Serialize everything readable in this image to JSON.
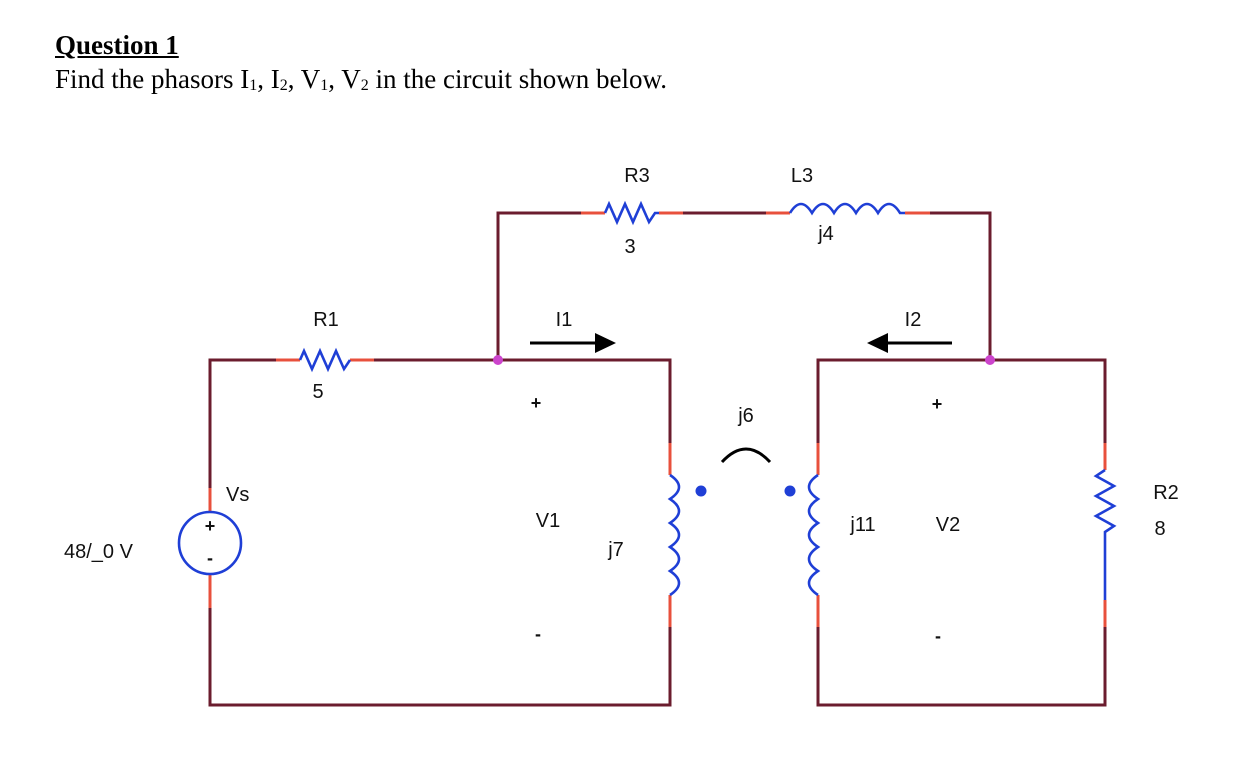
{
  "question": {
    "title": "Question 1",
    "prompt_prefix": "Find the phasors I",
    "sub_1": "1",
    "sep_1": ", I",
    "sub_2": "2",
    "sep_2": ", V",
    "sub_3": "1",
    "sep_3": ", V",
    "sub_4": "2",
    "prompt_suffix": " in the circuit shown below."
  },
  "circuit": {
    "source": {
      "name": "Vs",
      "value": "48/_0 V",
      "plus": "+",
      "minus": "-"
    },
    "r1": {
      "name": "R1",
      "value": "5"
    },
    "r2": {
      "name": "R2",
      "value": "8"
    },
    "r3": {
      "name": "R3",
      "value": "3"
    },
    "l3": {
      "name": "L3",
      "value": "j4"
    },
    "coil1": {
      "value": "j7"
    },
    "coil2": {
      "value": "j11"
    },
    "mutual": {
      "value": "j6"
    },
    "i1": {
      "name": "I1"
    },
    "i2": {
      "name": "I2"
    },
    "v1": {
      "name": "V1",
      "plus": "+",
      "minus": "-"
    },
    "v2": {
      "name": "V2",
      "plus": "+",
      "minus": "-"
    },
    "colors": {
      "wire": "#6b1c2e",
      "lead": "#e8503c",
      "component": "#1f3fd6",
      "node": "#cc44cc",
      "dot": "#1f3fd6"
    }
  }
}
